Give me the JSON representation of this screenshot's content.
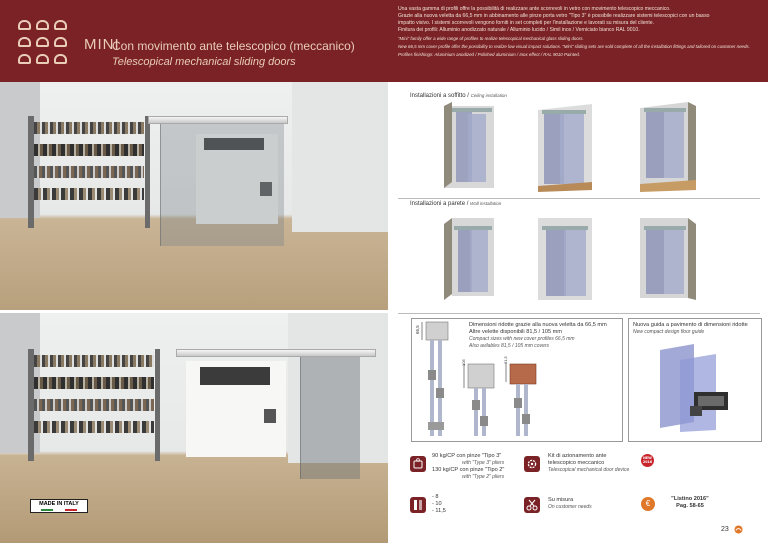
{
  "header": {
    "series_label": "MINI",
    "title_it": "Con movimento ante telescopico (meccanico)",
    "title_en": "Telescopical mechanical sliding doors",
    "intro_it": [
      "Una vasta gamma di profili offre la possibilità di realizzare ante scorrevoli in vetro con movimento telescopico meccanico.",
      "Grazie alla nuova veletta da 66,5 mm in abbinamento alle pinze porta vetro \"Tipo 3\" è possibile realizzare sistemi telescopici con un basso",
      "impatto visivo. I sistemi scorrevoli vengono forniti in set completi per l'installazione e lavorati su misura del cliente.",
      "Finitura dei profili: Alluminio anodizzato naturale / Alluminio lucido / Simil inox / Verniciato bianco RAL 9010."
    ],
    "intro_en": [
      "\"Mini\" family offer a wide range of profiles to realize telescopical mechanical glass sliding doors.",
      "New 66,5 mm cover profile offer the possibility to realize low visual impact solutions. \"Mini\" sliding sets are sold complete of all the installation fittings and tailored on customer needs.",
      "Profiles finishings: Aluminium anodized / Polished aluminium / Inox effect / RAL 9010 Painted."
    ]
  },
  "sections": {
    "ceiling_it": "Installazioni a soffitto / ",
    "ceiling_en": "Ceiling installation",
    "wall_it": "Installazioni a parete / ",
    "wall_en": "Wall installation"
  },
  "profiles": {
    "dim_label": "66,5",
    "dim_105": "105",
    "dim_815": "81,5",
    "text_it_1": "Dimensioni ridotte grazie alla nuova veletta da 66,5 mm",
    "text_it_2": "Altre velette disponibili 81,5 / 105 mm",
    "text_en_1": "Compact sizes with new cover profiles 66,5 mm",
    "text_en_2": "Also avilables 81,5 / 105 mm covers"
  },
  "floor_guide": {
    "title_it": "Nuova guida a pavimento di dimensioni ridotte",
    "title_en": "New compact design floor guide"
  },
  "features": {
    "load1": "90 kg/CP",
    "load1_clamp": "con pinze \"Tipo 3\"",
    "load1_en": "with \"Type 3\" pliers",
    "load2": "130 kg/CP",
    "load2_clamp": "con pinze \"Tipo 2\"",
    "load2_en": "with \"Type 2\" pliers",
    "glass1": "- 8",
    "glass2": "- 10",
    "glass3": "- 11,5",
    "kit_it_1": "Kit di azionamento ante",
    "kit_it_2": "telescopico meccanico",
    "kit_en": "Telescopical mechanical door device",
    "measure_it": "Su misura",
    "measure_en": "On customer needs",
    "badge_new": "NEW",
    "badge_year": "2016",
    "listino": "\"Listino 2016\"",
    "listino_pag": "Pag. 58-65",
    "euro_symbol": "€"
  },
  "footer": {
    "made_in_italy": "MADE IN ITALY",
    "page_number": "23"
  },
  "colors": {
    "brand": "#7a2226",
    "accent_orange": "#e0782a",
    "badge_red": "#c8262c"
  }
}
